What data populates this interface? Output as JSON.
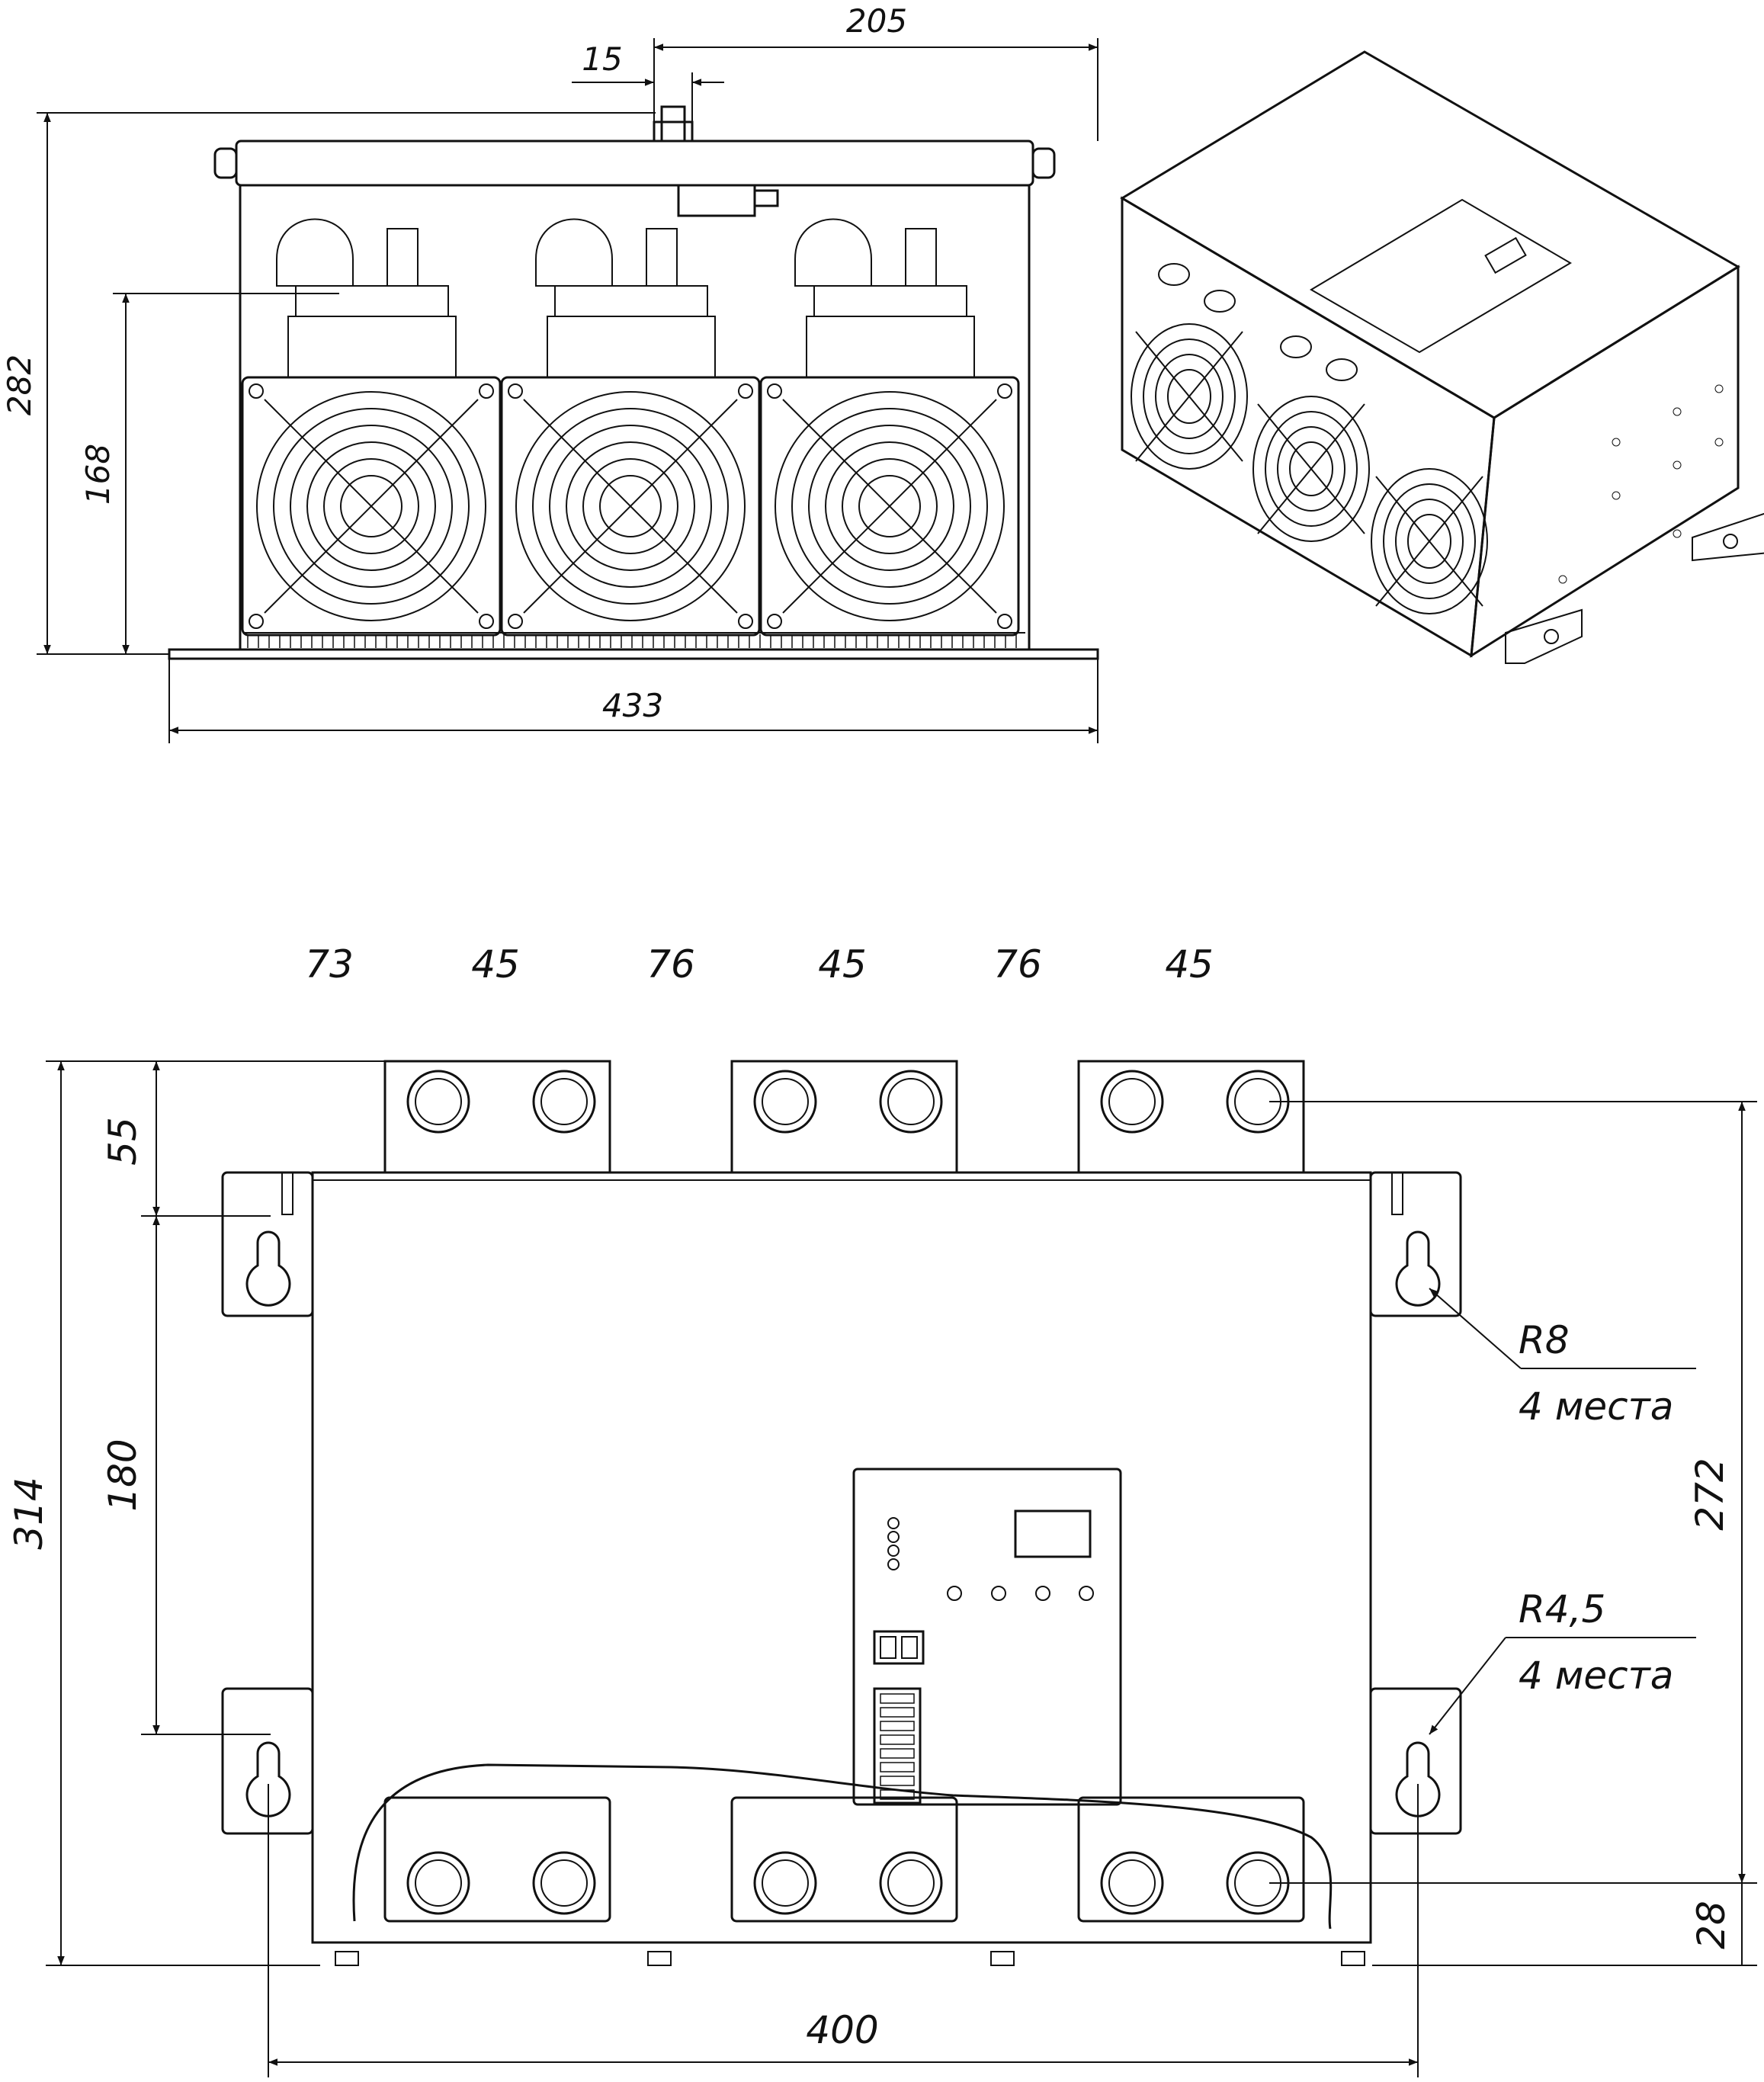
{
  "front_view": {
    "dims": {
      "d205": "205",
      "d15": "15",
      "d282": "282",
      "d168": "168",
      "d433": "433"
    }
  },
  "top_view": {
    "dims": {
      "h73": "73",
      "h45a": "45",
      "h76a": "76",
      "h45b": "45",
      "h76b": "76",
      "h45c": "45",
      "v55": "55",
      "v180": "180",
      "v314": "314",
      "v272": "272",
      "v28": "28",
      "d400": "400"
    },
    "callouts": {
      "r8": "R8",
      "r8_count": "4 места",
      "r45": "R4,5",
      "r45_count": "4 места"
    }
  },
  "colors": {
    "line": "#111111",
    "background": "#ffffff"
  }
}
